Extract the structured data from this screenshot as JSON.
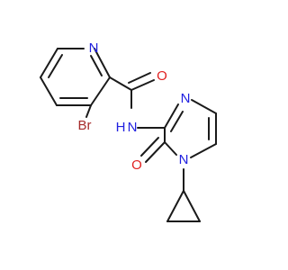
{
  "molecule": {
    "atoms": {
      "pyridine_n": {
        "label": "N",
        "color": "#2020e0"
      },
      "bromine": {
        "label": "Br",
        "color": "#a52a2a"
      },
      "carbonyl_o": {
        "label": "O",
        "color": "#e02020"
      },
      "amide_n": {
        "label": "N",
        "color": "#2020e0"
      },
      "amide_h": {
        "label": "H",
        "color": "#2020e0"
      },
      "pyrazine_n_top": {
        "label": "N",
        "color": "#2020e0"
      },
      "pyrazinone_o": {
        "label": "O",
        "color": "#e02020"
      },
      "pyrazine_n_ring": {
        "label": "N",
        "color": "#2020e0"
      }
    }
  }
}
